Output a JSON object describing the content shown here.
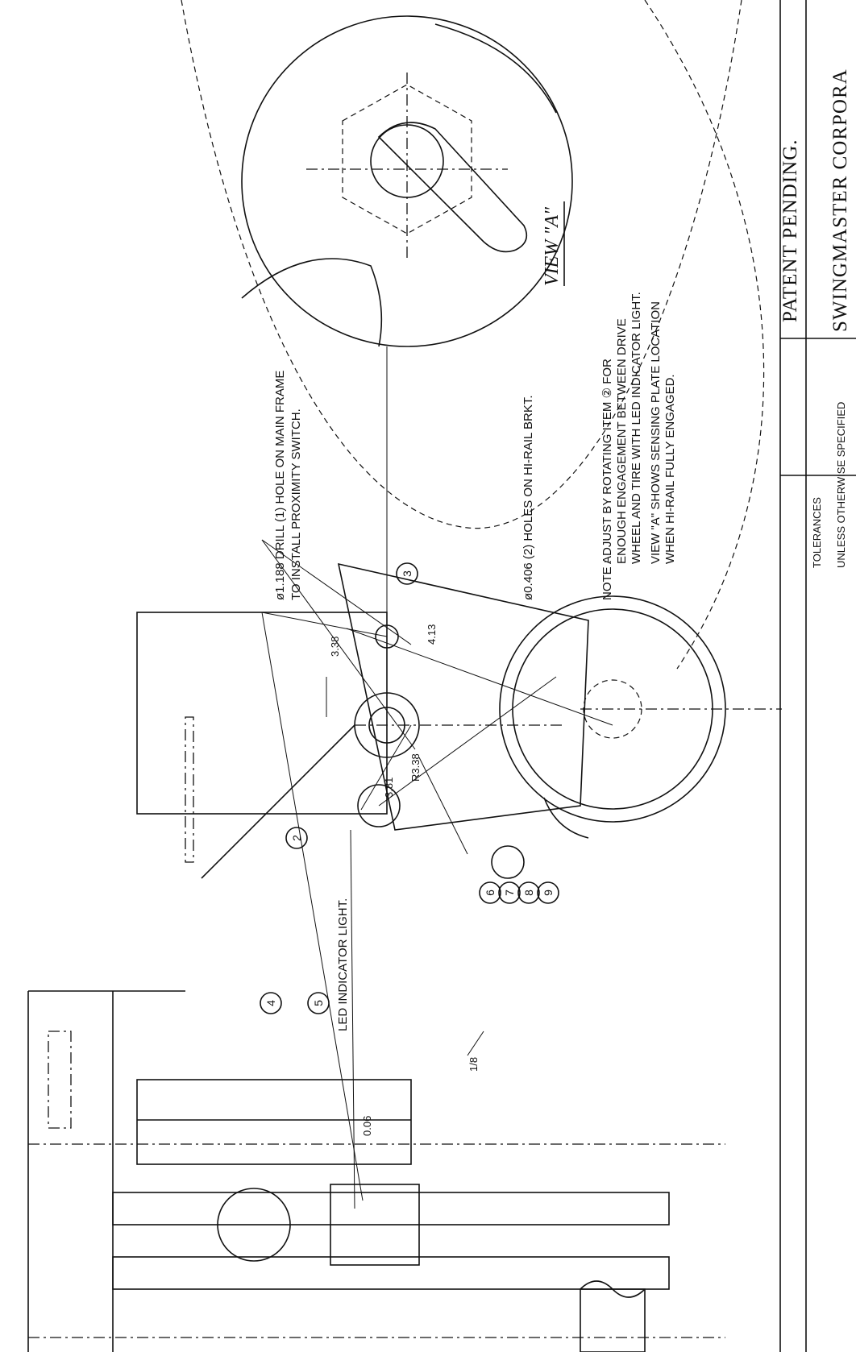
{
  "view_title": "VIEW \"A\"",
  "patent": "PATENT PENDING.",
  "company": "SWINGMASTER CORPORA",
  "tolerances": {
    "header": "TOLERANCES",
    "line": "UNLESS OTHERWISE SPECIFIED"
  },
  "callouts": {
    "drill_line1": "ø1.188 DRILL (1) HOLE ON MAIN FRAME",
    "drill_line2": "TO INSTALL PROXIMITY SWITCH.",
    "holes": "ø0.406 (2) HOLES ON HI-RAIL BRKT.",
    "led": "LED INDICATOR LIGHT."
  },
  "note": {
    "label": "NOTE :",
    "line1": "ADJUST BY ROTATING ITEM ② FOR",
    "line2": "ENOUGH ENGAGEMENT BETWEEN DRIVE",
    "line3": "WHEEL AND TIRE WITH LED INDICATOR LIGHT.",
    "line4": "VIEW \"A\" SHOWS SENSING PLATE LOCATION",
    "line5": "WHEN HI-RAIL FULLY ENGAGED."
  },
  "dimensions": {
    "d1": "3.38",
    "d2": "4.13",
    "d3": "3.81",
    "d4": "R3.38",
    "d5": "0.06",
    "d6": "1/8"
  },
  "items": {
    "i2": "2",
    "i3": "3",
    "i4": "4",
    "i5": "5",
    "i6": "6",
    "i7": "7",
    "i8": "8",
    "i9": "9"
  }
}
